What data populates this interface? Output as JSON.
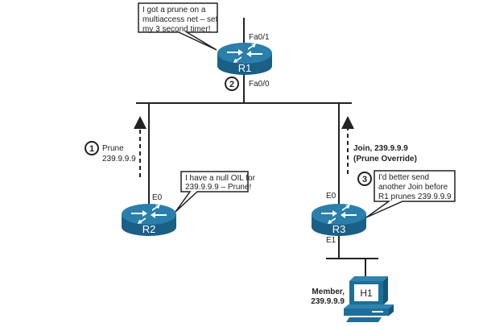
{
  "diagram": {
    "colors": {
      "device": "#1d6f98",
      "device_top": "#2e84ad",
      "device_dark": "#15557a",
      "line": "#222222",
      "background": "#ffffff"
    },
    "routers": {
      "r1": {
        "name": "R1",
        "iface_top": "Fa0/1",
        "iface_bottom": "Fa0/0"
      },
      "r2": {
        "name": "R2",
        "iface_top": "E0"
      },
      "r3": {
        "name": "R3",
        "iface_top": "E0",
        "iface_bottom": "E1"
      }
    },
    "host": {
      "name": "H1",
      "label_line1": "Member,",
      "label_line2": "239.9.9.9"
    },
    "steps": {
      "step1": {
        "num": "1",
        "line1": "Prune",
        "line2": "239.9.9.9"
      },
      "step2": {
        "num": "2"
      },
      "step3": {
        "num": "3",
        "line1": "Join, 239.9.9.9",
        "line2": "(Prune Override)"
      }
    },
    "bubbles": {
      "r1": {
        "line1": "I got a prune on a",
        "line2": "multiaccess net – set",
        "line3": "my 3 second timer!"
      },
      "r2": {
        "line1": "I have a null OIL for",
        "line2": "239.9.9.9 – Prune!"
      },
      "r3": {
        "line1": "I'd better send",
        "line2": "another Join before",
        "line3": "R1 prunes 239.9.9.9"
      }
    }
  }
}
